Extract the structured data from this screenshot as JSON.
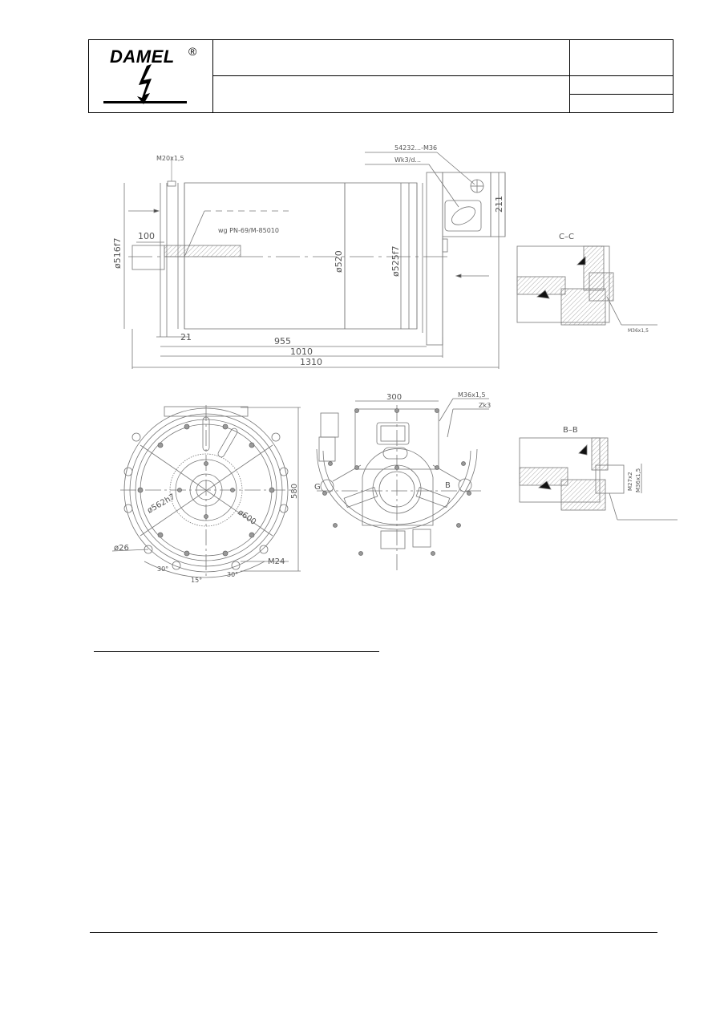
{
  "header": {
    "logo": {
      "brand": "DAMEL",
      "registered": "®"
    },
    "title_cell": "",
    "subtitle_cell": "",
    "right_top_cell": "",
    "right_mid_cell": "",
    "right_bottom_cell": ""
  },
  "drawing": {
    "side_view": {
      "callouts": {
        "thread_top": "M20x1,5",
        "standard": "wg PN-69/M-85010",
        "connector": "54232...-M36",
        "box": "Wk3/d..."
      },
      "dimensions": {
        "dia_shaft": "ø516f7",
        "shaft_len": "100",
        "dia_body": "ø520",
        "dia_flange": "ø525f7",
        "box_height": "211",
        "gap": "21",
        "len_955": "955",
        "len_1010": "1010",
        "len_1310": "1310"
      }
    },
    "section_c": {
      "title": "C–C",
      "thread": "M36x1,5"
    },
    "front_view": {
      "dimensions": {
        "hole_dia": "ø26",
        "pcd_inner": "ø562h7",
        "pcd_outer": "ø600",
        "height": "580",
        "bolt": "M24",
        "angle_left": "30°",
        "angle_mid": "15°",
        "angle_right": "30°"
      }
    },
    "rear_view": {
      "dimensions": {
        "width": "300"
      },
      "callouts": {
        "thread": "M36x1,5",
        "plug": "Zk3"
      },
      "section_marks": {
        "g": "G",
        "b": "B"
      }
    },
    "section_b": {
      "title": "B–B",
      "thread_small": "M27x2",
      "thread_large": "M36x1,5"
    }
  },
  "footer": {}
}
